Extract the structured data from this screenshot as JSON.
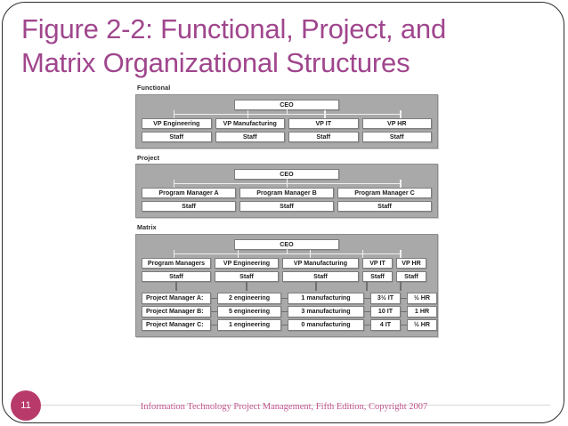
{
  "slide": {
    "title_line1": "Figure 2-2: Functional, Project, and",
    "title_line2": "Matrix Organizational Structures",
    "title_color": "#a0468d",
    "page_number": "11",
    "badge_color": "#b83a6b",
    "footer_text": "Information Technology Project Management, Fifth Edition, Copyright 2007",
    "footer_color": "#c2568f",
    "background": "#ffffff"
  },
  "figure": {
    "sections": [
      {
        "label": "Functional",
        "top_box": "CEO",
        "managers": [
          "VP Engineering",
          "VP Manufacturing",
          "VP IT",
          "VP HR"
        ],
        "staff": [
          "Staff",
          "Staff",
          "Staff",
          "Staff"
        ]
      },
      {
        "label": "Project",
        "top_box": "CEO",
        "managers": [
          "Program Manager A",
          "Program Manager B",
          "Program Manager C"
        ],
        "staff": [
          "Staff",
          "Staff",
          "Staff"
        ]
      },
      {
        "label": "Matrix",
        "top_box": "CEO",
        "managers": [
          "Program Managers",
          "VP Engineering",
          "VP Manufacturing",
          "VP IT",
          "VP HR"
        ],
        "staff": [
          "Staff",
          "Staff",
          "Staff",
          "Staff",
          "Staff"
        ],
        "project_rows": [
          {
            "name": "Project Manager A:",
            "engineering": "2 engineering",
            "manufacturing": "1 manufacturing",
            "it": "3½ IT",
            "hr": "½ HR"
          },
          {
            "name": "Project Manager B:",
            "engineering": "5 engineering",
            "manufacturing": "3 manufacturing",
            "it": "10 IT",
            "hr": "1 HR"
          },
          {
            "name": "Project Manager C:",
            "engineering": "1 engineering",
            "manufacturing": "0 manufacturing",
            "it": "4 IT",
            "hr": "½ HR"
          }
        ]
      }
    ]
  }
}
